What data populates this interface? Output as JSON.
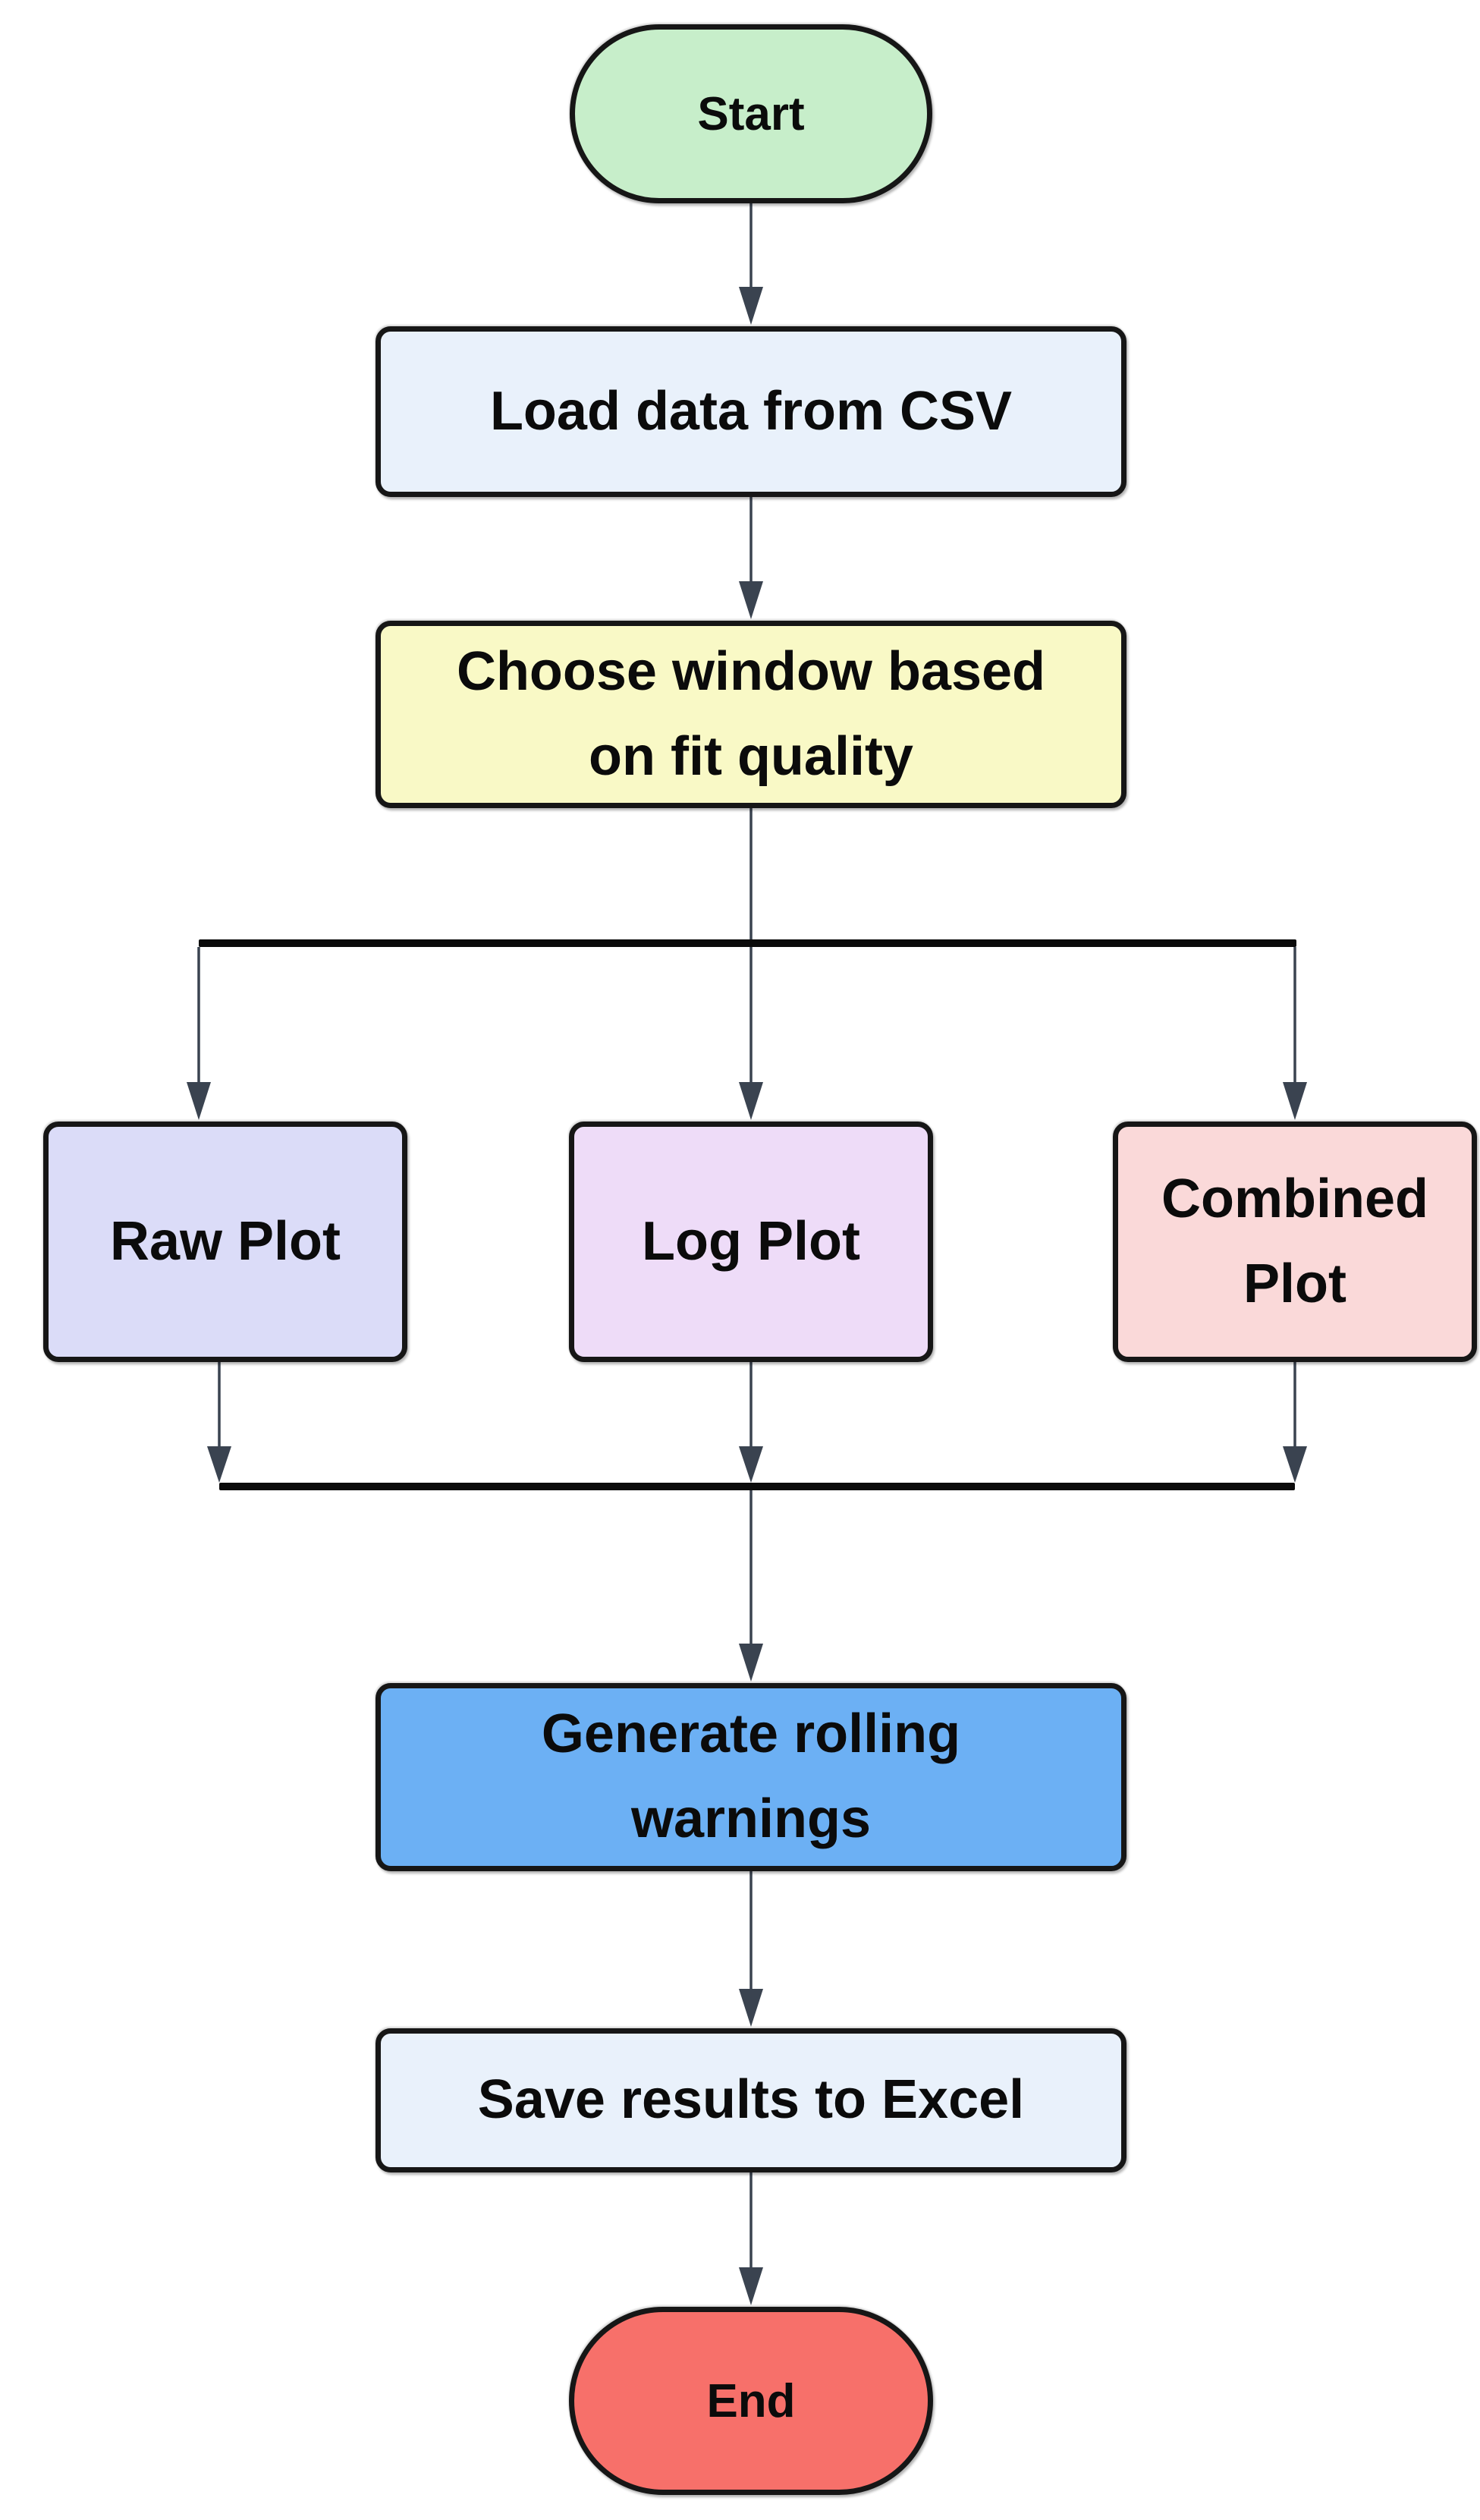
{
  "diagram": {
    "type": "flowchart",
    "direction": "top-down",
    "nodes": {
      "start": {
        "label": "Start",
        "shape": "stadium",
        "fill": "#c7eeca"
      },
      "load_csv": {
        "label": "Load data from CSV",
        "shape": "rect",
        "fill": "#e9f1fb"
      },
      "choose_window": {
        "label": "Choose window based on fit quality",
        "shape": "rect",
        "fill": "#f9f9c6"
      },
      "raw_plot": {
        "label": "Raw Plot",
        "shape": "rect",
        "fill": "#dbdcf8"
      },
      "log_plot": {
        "label": "Log Plot",
        "shape": "rect",
        "fill": "#eedcf8"
      },
      "combined_plot": {
        "label": "Combined Plot",
        "shape": "rect",
        "fill": "#fad9d9"
      },
      "rolling_warnings": {
        "label": "Generate rolling warnings",
        "shape": "rect",
        "fill": "#6cb0f4"
      },
      "save_excel": {
        "label": "Save results to Excel",
        "shape": "rect",
        "fill": "#e9f1fb"
      },
      "end": {
        "label": "End",
        "shape": "stadium",
        "fill": "#f7706a"
      }
    },
    "edges": [
      {
        "from": "start",
        "to": "load_csv"
      },
      {
        "from": "load_csv",
        "to": "choose_window"
      },
      {
        "from": "choose_window",
        "to": "raw_plot"
      },
      {
        "from": "choose_window",
        "to": "log_plot"
      },
      {
        "from": "choose_window",
        "to": "combined_plot"
      },
      {
        "from": "raw_plot",
        "to": "rolling_warnings"
      },
      {
        "from": "log_plot",
        "to": "rolling_warnings"
      },
      {
        "from": "combined_plot",
        "to": "rolling_warnings"
      },
      {
        "from": "rolling_warnings",
        "to": "save_excel"
      },
      {
        "from": "save_excel",
        "to": "end"
      }
    ],
    "colors": {
      "connector_line": "#3a4350",
      "branch_bar": "#0b0b0b",
      "node_border": "#161616",
      "node_text": "#0b0b0b",
      "background": "#ffffff"
    }
  }
}
